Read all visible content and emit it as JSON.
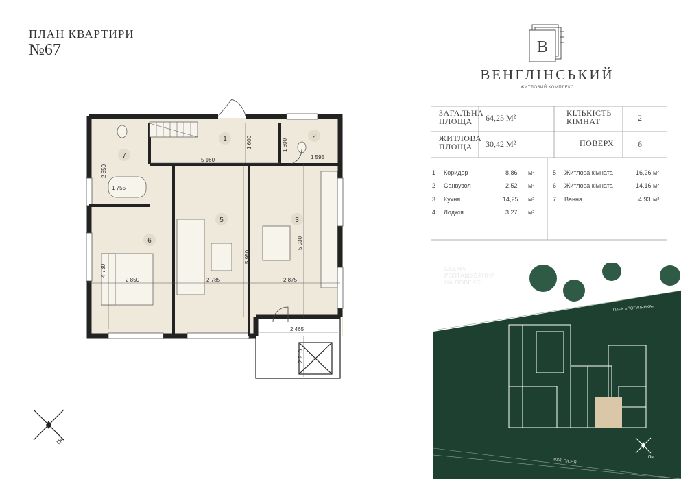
{
  "header": {
    "title": "ПЛАН КВАРТИРИ",
    "apartment_number": "№67"
  },
  "brand": {
    "logo_letter": "B",
    "name": "ВЕНГЛІНСЬКИЙ",
    "subtitle": "ЖИТЛОВИЙ КОМПЛЕКС"
  },
  "summary": {
    "total_area_label": "ЗАГАЛЬНА ПЛОЩА",
    "total_area_value": "64,25",
    "living_area_label": "ЖИТЛОВА ПЛОЩА",
    "living_area_value": "30,42",
    "area_unit": "М²",
    "rooms_count_label": "КІЛЬКІСТЬ КІМНАТ",
    "rooms_count_value": "2",
    "floor_label": "ПОВЕРХ",
    "floor_value": "6"
  },
  "rooms": [
    {
      "num": "1",
      "name": "Коридор",
      "area": "8,86"
    },
    {
      "num": "2",
      "name": "Санвузол",
      "area": "2,52"
    },
    {
      "num": "3",
      "name": "Кухня",
      "area": "14,25"
    },
    {
      "num": "4",
      "name": "Лоджія",
      "area": "3,27"
    },
    {
      "num": "5",
      "name": "Житлова кімната",
      "area": "16,26"
    },
    {
      "num": "6",
      "name": "Житлова кімната",
      "area": "14,16"
    },
    {
      "num": "7",
      "name": "Ванна",
      "area": "4,93"
    }
  ],
  "room_unit": "м²",
  "dimensions": {
    "d5160": "5 160",
    "d1600a": "1 600",
    "d1600b": "1 600",
    "d1595": "1 595",
    "d2650": "2 650",
    "d1755": "1 755",
    "d5030": "5 030",
    "d5950": "5 950",
    "d4730": "4 730",
    "d2850": "2 850",
    "d2785": "2 785",
    "d2875": "2 875",
    "d2465": "2 465",
    "d2210": "2 210"
  },
  "scheme": {
    "title_line1": "СХЕМА",
    "title_line2": "РОЗТАШУВАННЯ",
    "title_line3": "НА ПОВЕРСІ",
    "park_label": "ПАРК «ПОГУЛЯНКА»",
    "street_label": "ВУЛ. ПІСНЯ"
  },
  "compass_label": "Пн",
  "colors": {
    "floor_fill": "#efe9dc",
    "wall": "#222222",
    "scheme_bg": "#1e4030",
    "highlight": "#d9c7a8"
  }
}
